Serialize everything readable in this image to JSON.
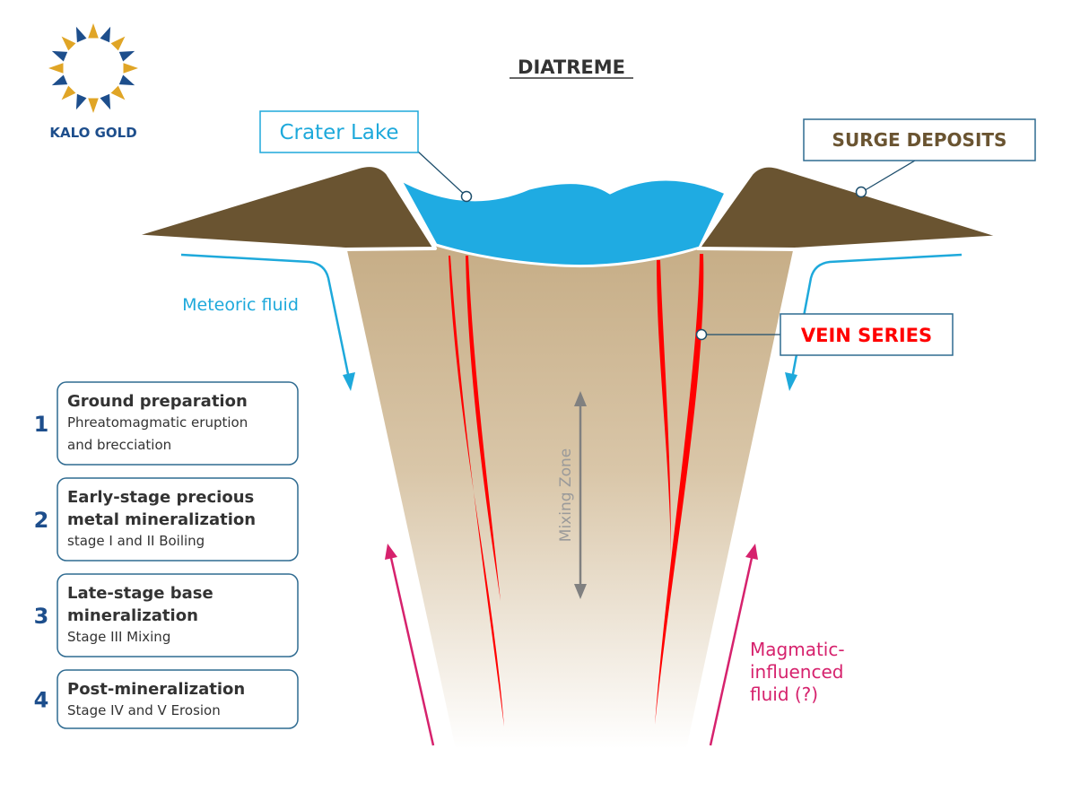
{
  "logo": {
    "text": "KALO GOLD"
  },
  "title": "DIATREME",
  "labels": {
    "crater_lake": "Crater Lake",
    "surge_deposits": "SURGE DEPOSITS",
    "vein_series": "VEIN SERIES",
    "meteoric_fluid": "Meteoric fluid",
    "mixing_zone": "Mixing Zone",
    "magmatic_line1": "Magmatic-",
    "magmatic_line2": "influenced",
    "magmatic_line3": "fluid (?)"
  },
  "stages": [
    {
      "number": "1",
      "title_lines": [
        "Ground preparation"
      ],
      "desc_lines": [
        "Phreatomagmatic eruption",
        "and brecciation"
      ]
    },
    {
      "number": "2",
      "title_lines": [
        "Early-stage precious",
        "metal mineralization"
      ],
      "desc_lines": [
        "stage I and II Boiling"
      ]
    },
    {
      "number": "3",
      "title_lines": [
        "Late-stage base",
        "mineralization"
      ],
      "desc_lines": [
        "Stage III Mixing"
      ]
    },
    {
      "number": "4",
      "title_lines": [
        "Post-mineralization"
      ],
      "desc_lines": [
        "Stage IV and V Erosion"
      ]
    }
  ],
  "colors": {
    "blue_text": "#1ea9db",
    "lake": "#1fabe2",
    "surge": "#6a5431",
    "vein": "#ff0000",
    "magma": "#d6226d",
    "navy": "#1d4e8c",
    "gold": "#e0a526",
    "pipe_top": "#c6ad86",
    "grey": "#808080"
  }
}
